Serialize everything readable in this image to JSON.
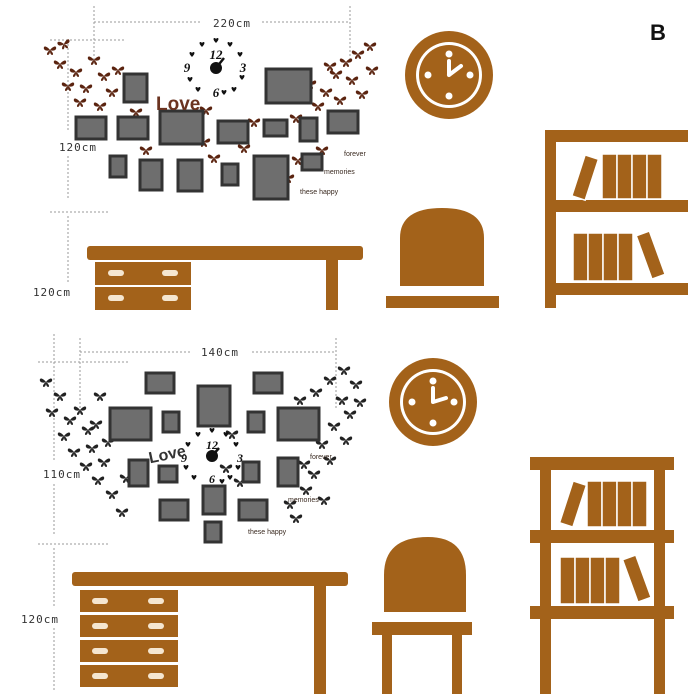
{
  "colors": {
    "furniture": "#a3621a",
    "frame_border": "#333333",
    "frame_fill": "#6e6e6e",
    "butterfly_top": "#5b2410",
    "butterfly_bottom": "#222222",
    "love_top": "#6b3320",
    "love_bottom": "#333333"
  },
  "panel_label": "B",
  "top_panel": {
    "width_label": "220cm",
    "height_label": "120cm",
    "floor_label": "120cm",
    "wall_words": {
      "love": "Love",
      "forever": "forever",
      "memories": "memories",
      "these_happy": "these happy"
    },
    "clock_numerals": {
      "twelve": "12",
      "three": "3",
      "six": "6",
      "nine": "9"
    }
  },
  "bottom_panel": {
    "width_label": "140cm",
    "height_label": "110cm",
    "floor_label": "120cm",
    "wall_words": {
      "love": "Love",
      "forever": "forever",
      "memories": "memories",
      "these_happy": "these happy"
    },
    "clock_numerals": {
      "twelve": "12",
      "three": "3",
      "six": "6",
      "nine": "9"
    }
  }
}
